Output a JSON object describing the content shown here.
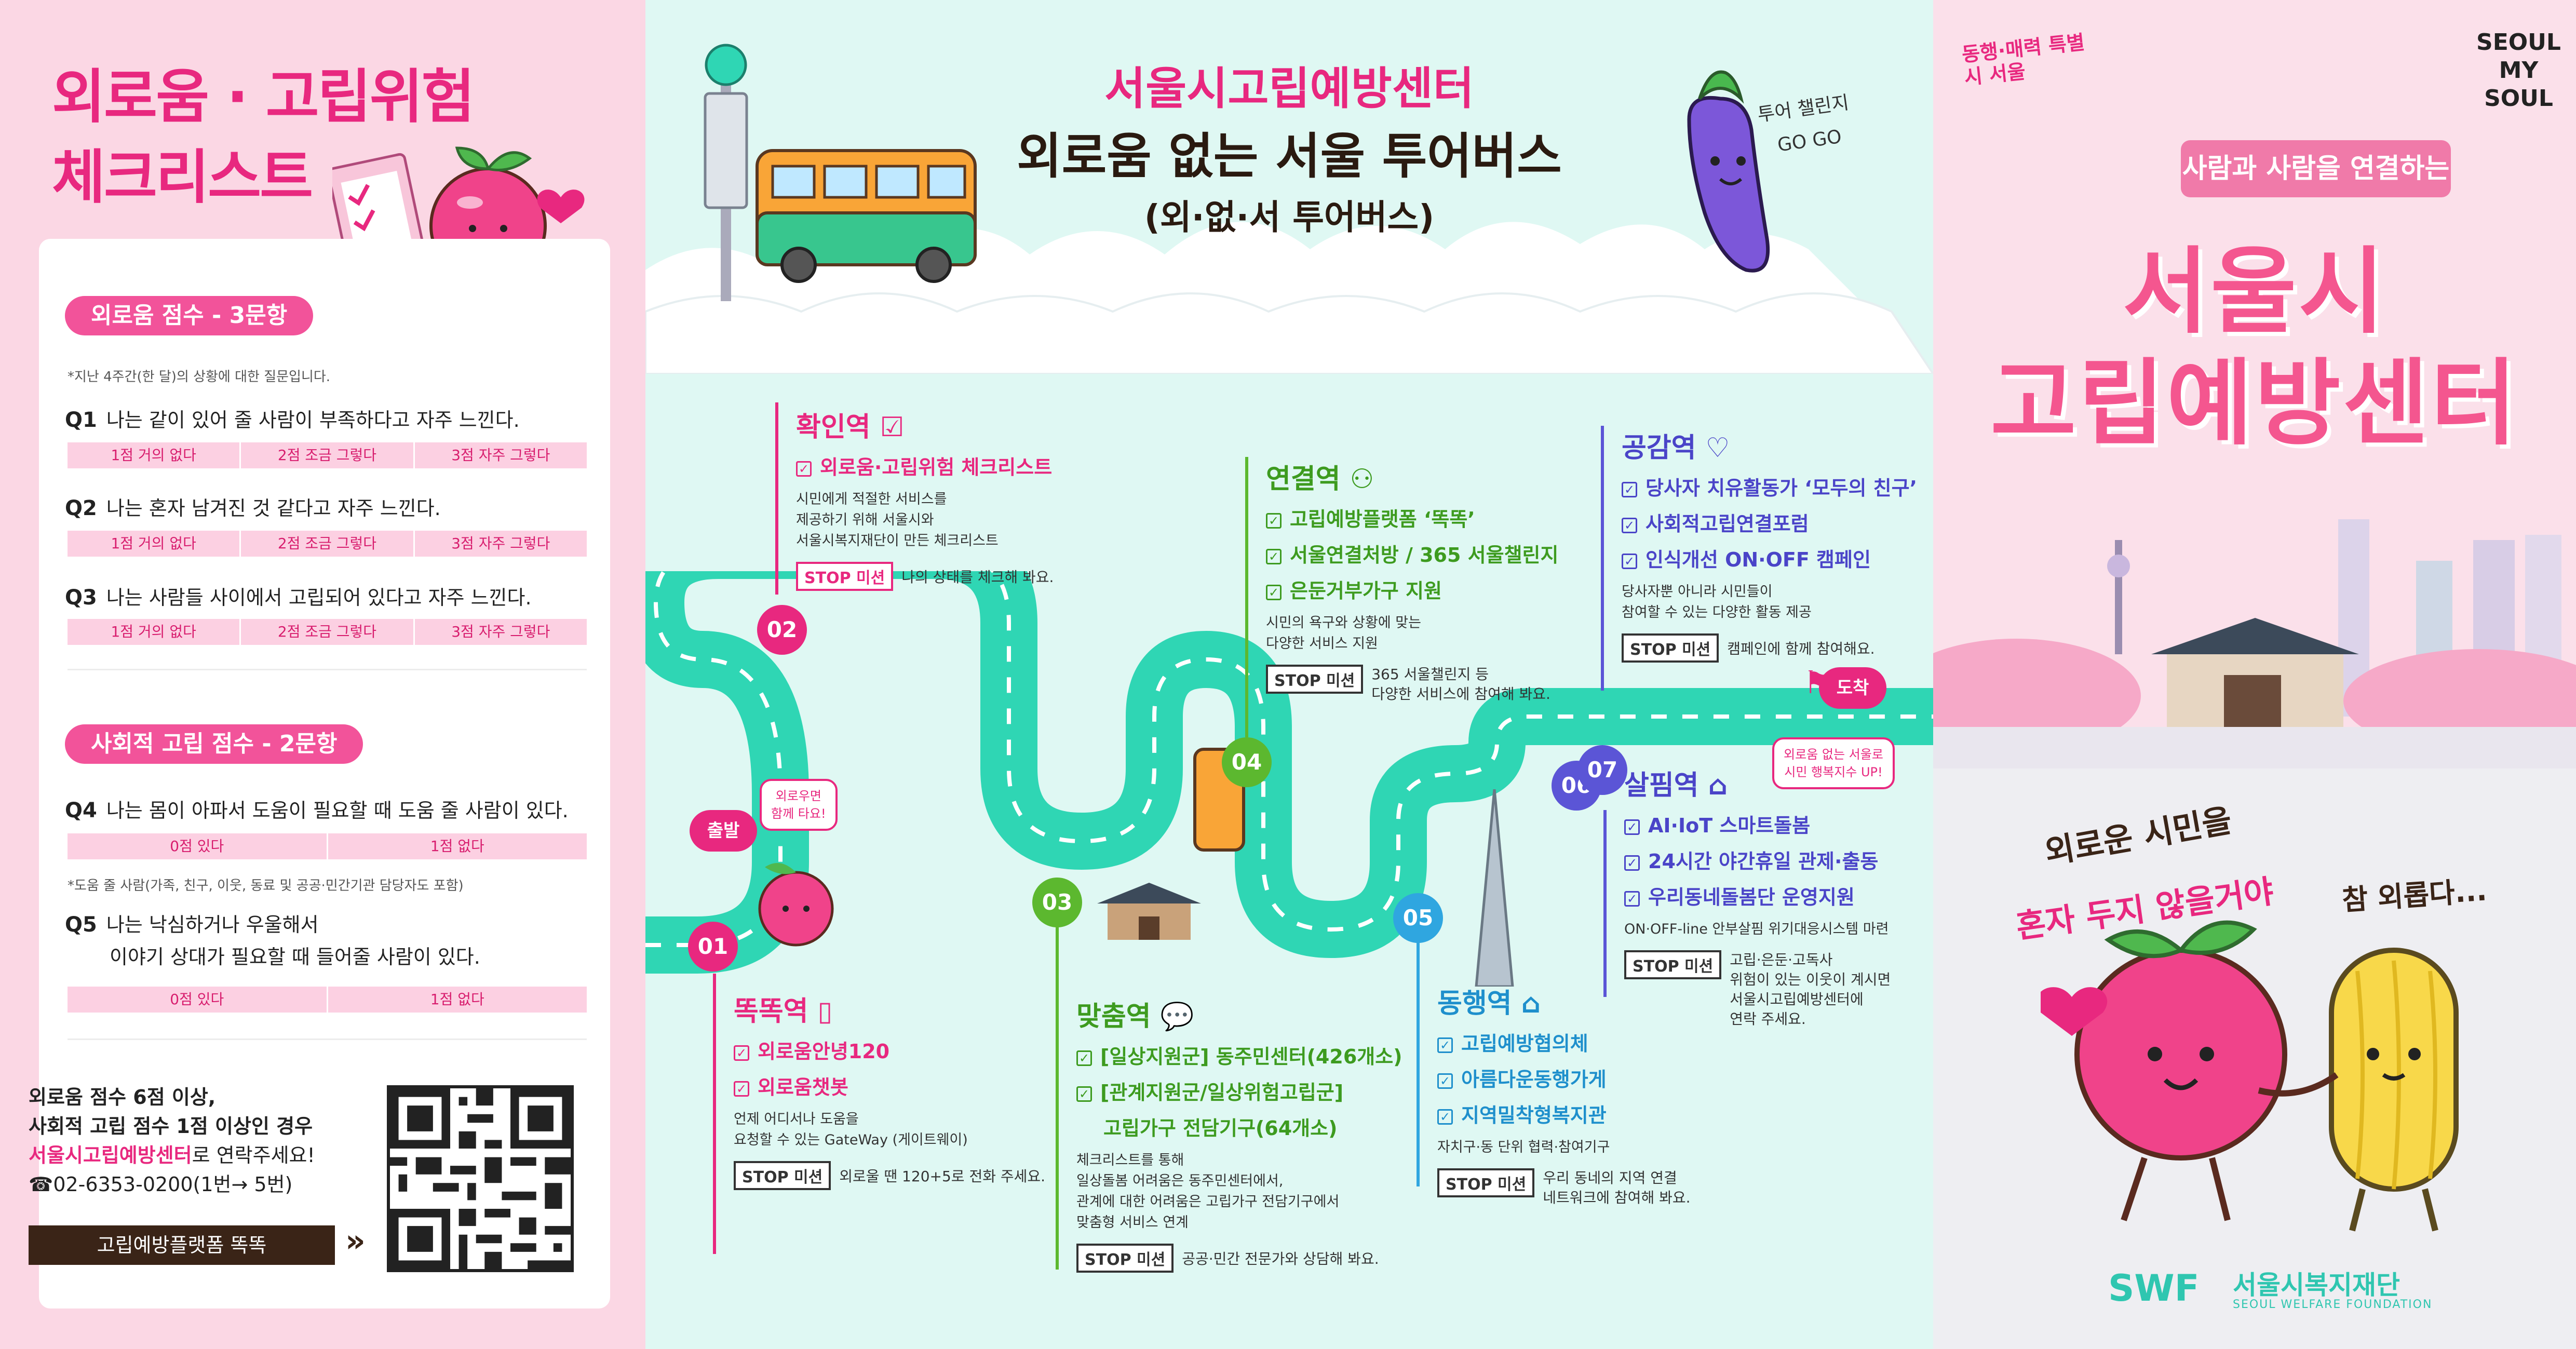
{
  "left": {
    "title_line1": "외로움 · 고립위험",
    "title_line2": "체크리스트",
    "section1": "외로움 점수 - 3문항",
    "note1": "*지난 4주간(한 달)의 상황에 대한 질문입니다.",
    "q1_num": "Q1",
    "q1_text": "나는 같이 있어 줄 사람이 부족하다고 자주 느낀다.",
    "q2_num": "Q2",
    "q2_text": "나는 혼자 남겨진 것 같다고 자주 느낀다.",
    "q3_num": "Q3",
    "q3_text": "나는 사람들 사이에서 고립되어 있다고 자주 느낀다.",
    "opt3": [
      "1점 거의 없다",
      "2점 조금 그렇다",
      "3점 자주 그렇다"
    ],
    "section2": "사회적 고립 점수 - 2문항",
    "q4_num": "Q4",
    "q4_text": "나는 몸이 아파서 도움이 필요할 때 도움 줄 사람이 있다.",
    "opt2": [
      "0점 있다",
      "1점 없다"
    ],
    "note2": "*도움 줄 사람(가족, 친구, 이웃, 동료 및 공공·민간기관 담당자도 포함)",
    "q5_num": "Q5",
    "q5_line1": "나는 낙심하거나 우울해서",
    "q5_line2": "이야기 상대가 필요할 때 들어줄 사람이 있다.",
    "call_line1": "외로움 점수 6점 이상,",
    "call_line2": "사회적 고립 점수 1점 이상인 경우",
    "call_line3a": "서울시고립예방센터",
    "call_line3b": "로 연락주세요!",
    "call_phone": "☎02-6353-0200(1번→ 5번)",
    "platform_button": "고립예방플랫폼 똑똑"
  },
  "middle": {
    "title1": "서울시고립예방센터",
    "title2": "외로움 없는 서울 투어버스",
    "title3": "(외·없·서 투어버스)",
    "eggplant_text1": "투어 챌린지",
    "eggplant_text2": "GO GO",
    "start_tag": "출발",
    "start_bubble": "외로우면\n함께 타요!",
    "arrive_tag": "도착",
    "arrive_bubble": "외로움 없는 서울로\n시민 행복지수 UP!",
    "stop_label": "STOP 미션",
    "stations": [
      {
        "num": "01",
        "name": "똑똑역",
        "items": [
          "외로움안녕120",
          "외로움챗봇"
        ],
        "desc": [
          "언제 어디서나 도움을",
          "요청할 수 있는 GateWay (게이트웨이)"
        ],
        "mission": "외로울 땐 120+5로 전화 주세요."
      },
      {
        "num": "02",
        "name": "확인역",
        "items": [
          "외로움·고립위험 체크리스트"
        ],
        "desc": [
          "시민에게 적절한 서비스를",
          "제공하기 위해 서울시와",
          "서울시복지재단이 만든 체크리스트"
        ],
        "mission": "나의 상태를 체크해 봐요."
      },
      {
        "num": "03",
        "name": "맞춤역",
        "items": [
          "[일상지원군] 동주민센터(426개소)",
          "[관계지원군/일상위험고립군]",
          "고립가구 전담기구(64개소)"
        ],
        "desc": [
          "체크리스트를 통해",
          "일상돌봄 어려움은 동주민센터에서,",
          "관계에 대한 어려움은 고립가구 전담기구에서",
          "맞춤형 서비스 연계"
        ],
        "mission": "공공·민간 전문가와 상담해 봐요."
      },
      {
        "num": "04",
        "name": "연결역",
        "items": [
          "고립예방플랫폼 ‘똑똑’",
          "서울연결처방 / 365 서울챌린지",
          "은둔거부가구 지원"
        ],
        "desc": [
          "시민의 욕구와 상황에 맞는",
          "다양한 서비스 지원"
        ],
        "mission": "365 서울챌린지 등\n다양한 서비스에 참여해 봐요."
      },
      {
        "num": "05",
        "name": "동행역",
        "items": [
          "고립예방협의체",
          "아름다운동행가게",
          "지역밀착형복지관"
        ],
        "desc": [
          "자치구·동 단위 협력·참여기구"
        ],
        "mission": "우리 동네의 지역 연결\n네트워크에 참여해 봐요."
      },
      {
        "num": "06",
        "name": "살핌역",
        "items": [
          "AI·IoT 스마트돌봄",
          "24시간 야간휴일 관제·출동",
          "우리동네돌봄단 운영지원"
        ],
        "desc": [
          "ON·OFF-line 안부살핌 위기대응시스템 마련"
        ],
        "mission": "고립·은둔·고독사\n위험이 있는 이웃이 계시면\n서울시고립예방센터에\n연락 주세요."
      },
      {
        "num": "07",
        "name": "공감역",
        "items": [
          "당사자 치유활동가 ‘모두의 친구’",
          "사회적고립연결포럼",
          "인식개선 ON·OFF 캠페인"
        ],
        "desc": [
          "당사자뿐 아니라 시민들이",
          "참여할 수 있는 다양한 활동 제공"
        ],
        "mission": "캠페인에 함께 참여해요."
      }
    ]
  },
  "right": {
    "slogan_logo": "동행·매력 특별시 서울",
    "seoul_logo1": "SEOUL",
    "seoul_logo2": "MY SOUL",
    "ribbon": "사람과 사람을 연결하는",
    "title1": "서울시",
    "title2": "고립예방센터",
    "hand1": "외로운 시민을",
    "hand2": "혼자 두지 않을거야",
    "hand3": "참 외롭다...",
    "foundation_ko": "서울시복지재단",
    "foundation_en": "SEOUL WELFARE FOUNDATION",
    "foundation_mark": "SWF"
  },
  "colors": {
    "pink": "#e8287f",
    "teal": "#2fd6b4",
    "route": "#2fd6b4",
    "purple": "#5b55d6"
  }
}
